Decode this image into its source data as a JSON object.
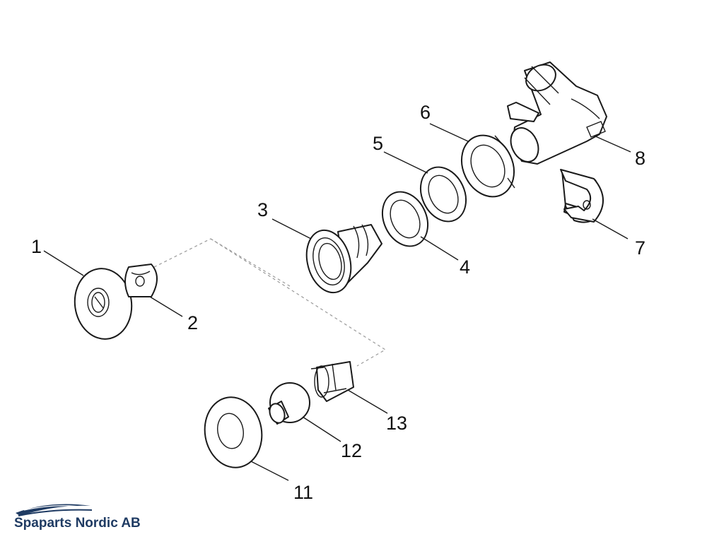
{
  "callouts": {
    "p1": "1",
    "p2": "2",
    "p3": "3",
    "p4": "4",
    "p5": "5",
    "p6": "6",
    "p7": "7",
    "p8": "8",
    "p11": "11",
    "p12": "12",
    "p13": "13"
  },
  "brand": {
    "name": "Spaparts Nordic AB",
    "color": "#1f3b63"
  },
  "icons": [
    "waves-logo-icon"
  ]
}
